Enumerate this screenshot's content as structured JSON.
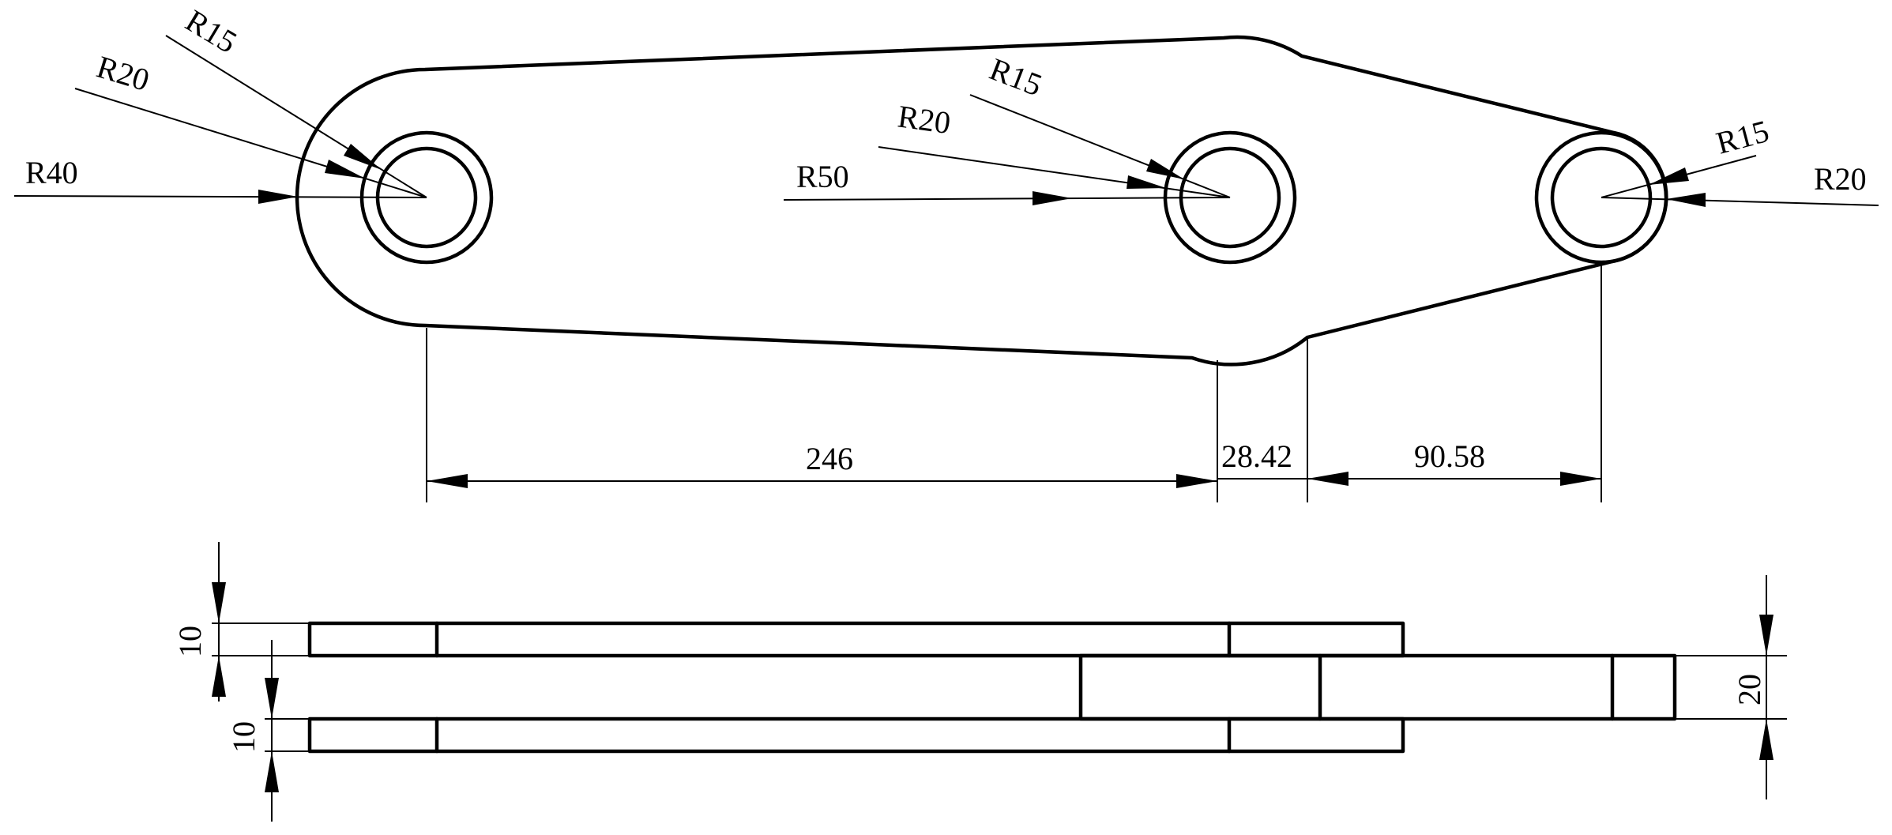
{
  "labels": {
    "left_r40": "R40",
    "left_r20": "R20",
    "left_r15": "R15",
    "mid_r50": "R50",
    "mid_r20": "R20",
    "mid_r15": "R15",
    "right_r15": "R15",
    "right_r20": "R20",
    "dim_246": "246",
    "dim_28_42": "28.42",
    "dim_90_58": "90.58",
    "side_10_top": "10",
    "side_10_bottom": "10",
    "side_20": "20"
  },
  "colors": {
    "line": "#000000",
    "background": "#ffffff"
  }
}
